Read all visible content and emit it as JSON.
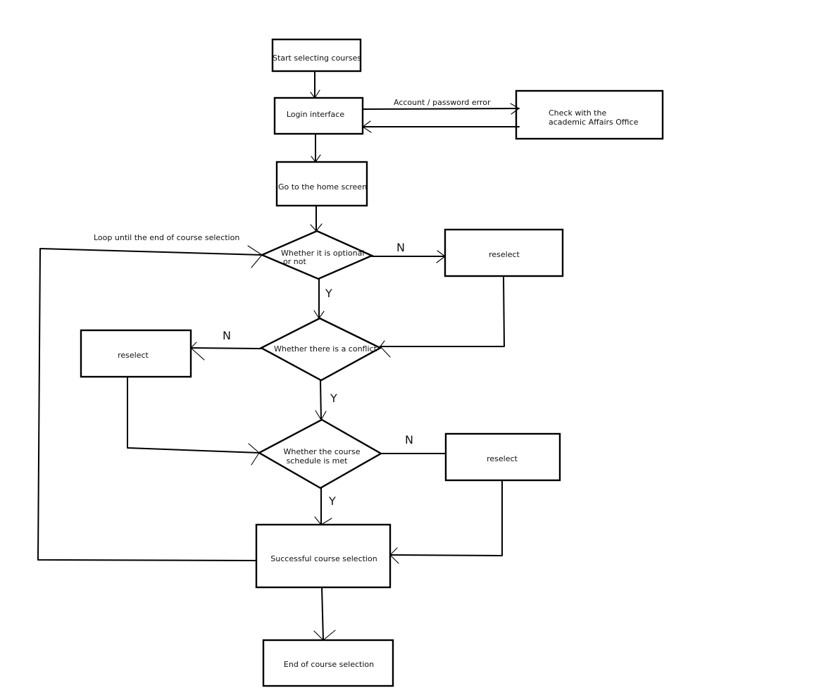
{
  "nodes": {
    "start": "Start selecting courses",
    "login": "Login interface",
    "check_office": [
      "Check with the",
      "academic Affairs Office"
    ],
    "home": "Go to the home screen",
    "optional": [
      "Whether it is optional",
      "or not"
    ],
    "reselect_1": "reselect",
    "conflict": "Whether there is a conflict",
    "reselect_2": "reselect",
    "schedule": [
      "Whether the course",
      "schedule is met"
    ],
    "reselect_3": "reselect",
    "success": "Successful course selection",
    "end": "End of course selection"
  },
  "edge_labels": {
    "account_error": "Account / password error",
    "loop": "Loop until the end of course selection",
    "optional_no": "N",
    "optional_yes": "Y",
    "conflict_no": "N",
    "conflict_yes": "Y",
    "schedule_no": "N",
    "schedule_yes": "Y"
  }
}
